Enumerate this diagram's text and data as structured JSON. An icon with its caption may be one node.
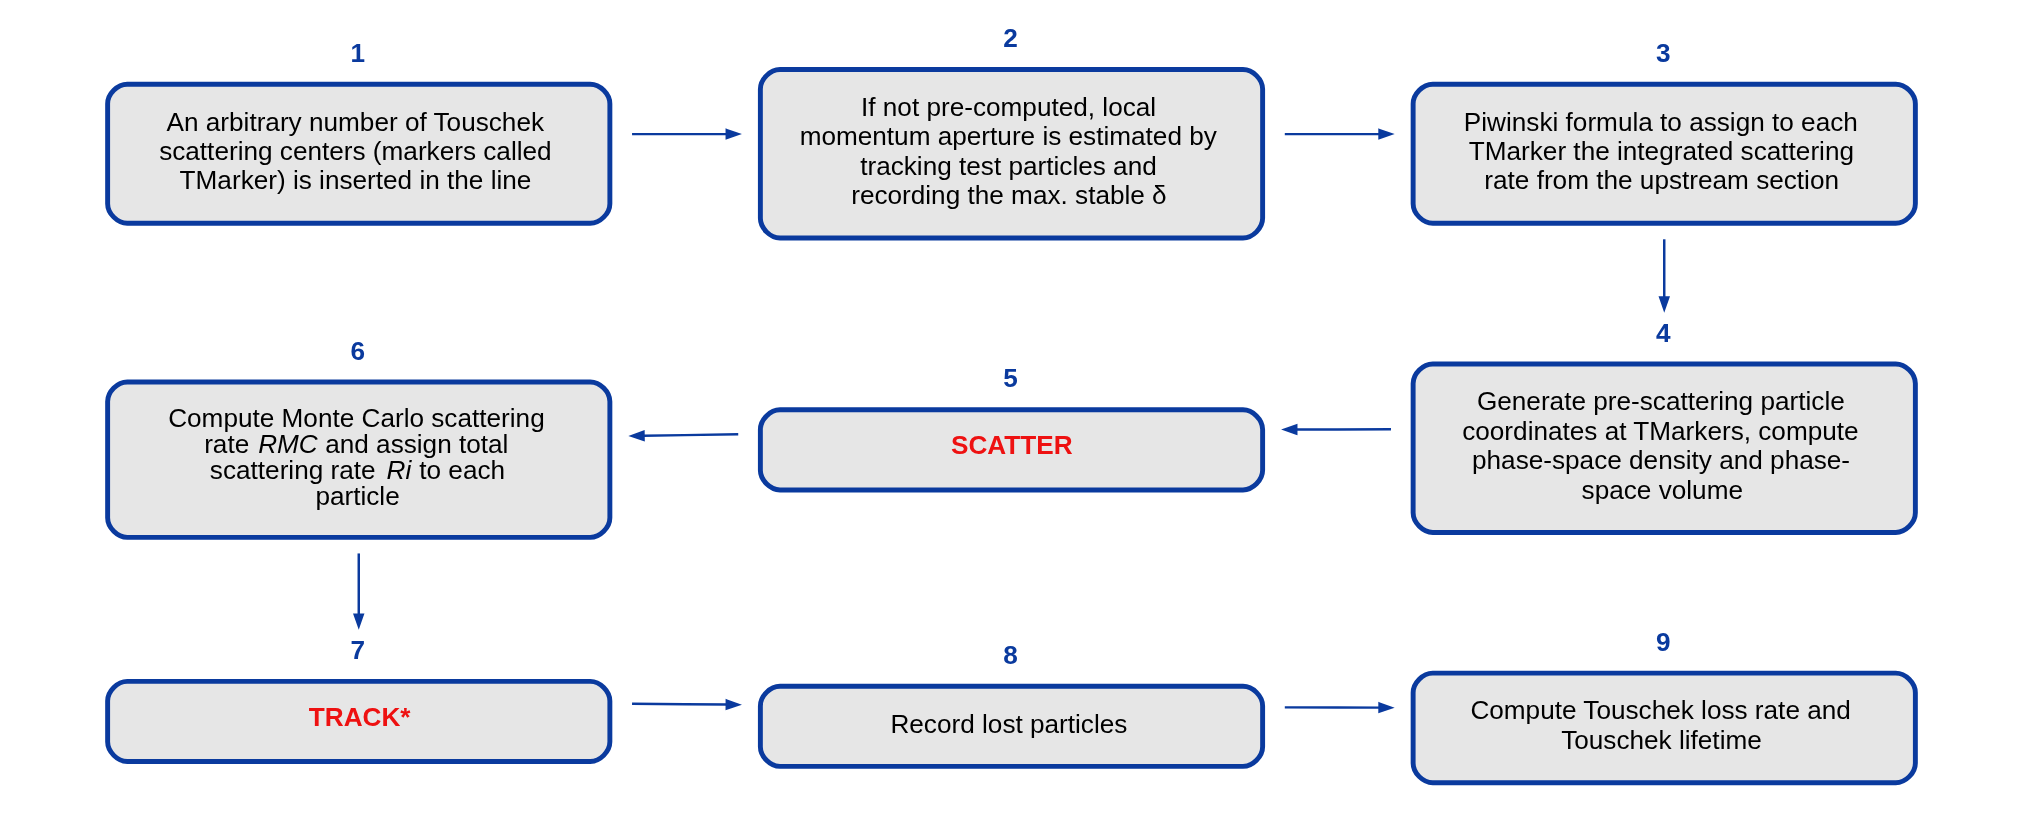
{
  "diagram": {
    "nodes": [
      {
        "text": [
          "An arbitrary number of Touschek scattering centers (markers called TMarker) is inserted in the line"
        ],
        "beside": [
          "1"
        ]
      },
      {
        "text": [
          "If not pre-computed, local momentum aperture is estimated by tracking test particles and recording the max. stable δ"
        ],
        "beside": [
          "2"
        ]
      },
      {
        "text": [
          "Piwinski formula to assign to each TMarker the integrated scattering rate from the upstream section"
        ],
        "beside": [
          "3"
        ]
      },
      {
        "text": [
          "Generate pre-scattering particle coordinates at TMarkers, compute phase-space density and phase-space volume"
        ],
        "beside": [
          "4"
        ]
      },
      {
        "text": [
          "SCATTER"
        ],
        "beside": [
          "5"
        ]
      },
      {
        "text": [
          "Compute Monte Carlo scattering rate *RMC* and assign total scattering rate *Ri* to each particle"
        ],
        "beside": [
          "6"
        ]
      },
      {
        "text": [
          "TRACK*"
        ],
        "beside": [
          "7"
        ]
      },
      {
        "text": [
          "Record lost particles"
        ],
        "beside": [
          "8"
        ]
      },
      {
        "text": [
          "Compute Touschek loss rate and Touschek lifetime"
        ],
        "beside": [
          "9"
        ]
      }
    ],
    "edges": [
      {
        "from": 0,
        "to": 1,
        "arrow": "to"
      },
      {
        "from": 1,
        "to": 2,
        "arrow": "to"
      },
      {
        "from": 2,
        "to": 3,
        "arrow": "to"
      },
      {
        "from": 3,
        "to": 4,
        "arrow": "to"
      },
      {
        "from": 4,
        "to": 5,
        "arrow": "to"
      },
      {
        "from": 5,
        "to": 6,
        "arrow": "to"
      },
      {
        "from": 6,
        "to": 7,
        "arrow": "to"
      },
      {
        "from": 7,
        "to": 8,
        "arrow": "to"
      }
    ]
  }
}
